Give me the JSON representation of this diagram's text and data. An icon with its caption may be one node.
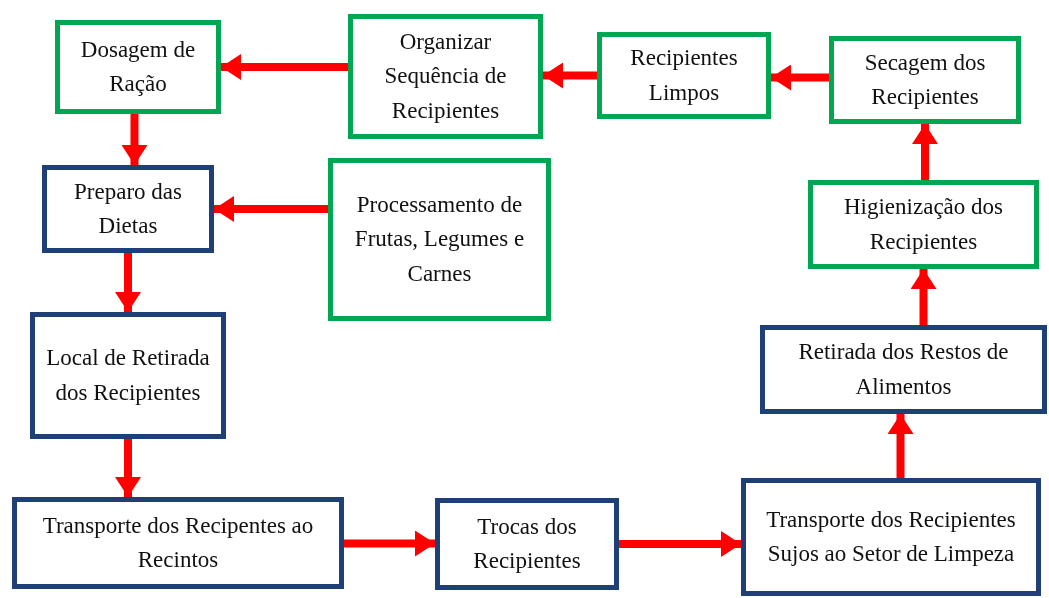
{
  "diagram": {
    "nodes": [
      {
        "text": [
          "Dosagem de Ração"
        ]
      },
      {
        "text": [
          "Organizar Sequência de Recipientes"
        ]
      },
      {
        "text": [
          "Recipientes Limpos"
        ]
      },
      {
        "text": [
          "Secagem dos Recipientes"
        ]
      },
      {
        "text": [
          "Preparo das Dietas"
        ]
      },
      {
        "text": [
          "Processamento de Frutas, Legumes e Carnes"
        ]
      },
      {
        "text": [
          "Higienização dos Recipientes"
        ]
      },
      {
        "text": [
          "Local de Retirada dos Recipientes"
        ]
      },
      {
        "text": [
          "Retirada dos Restos de Alimentos"
        ]
      },
      {
        "text": [
          "Transporte dos Recipentes ao Recintos"
        ]
      },
      {
        "text": [
          "Trocas dos Recipientes"
        ]
      },
      {
        "text": [
          "Transporte dos Recipientes Sujos ao Setor de Limpeza"
        ]
      }
    ],
    "edges": [
      {
        "from": 1,
        "to": 0,
        "arrow": "to"
      },
      {
        "from": 2,
        "to": 1,
        "arrow": "to"
      },
      {
        "from": 3,
        "to": 2,
        "arrow": "to"
      },
      {
        "from": 0,
        "to": 4,
        "arrow": "to"
      },
      {
        "from": 5,
        "to": 4,
        "arrow": "to"
      },
      {
        "from": 4,
        "to": 7,
        "arrow": "to"
      },
      {
        "from": 7,
        "to": 9,
        "arrow": "to"
      },
      {
        "from": 9,
        "to": 10,
        "arrow": "to"
      },
      {
        "from": 10,
        "to": 11,
        "arrow": "to"
      },
      {
        "from": 11,
        "to": 8,
        "arrow": "to"
      },
      {
        "from": 8,
        "to": 6,
        "arrow": "to"
      },
      {
        "from": 6,
        "to": 3,
        "arrow": "to"
      }
    ]
  }
}
